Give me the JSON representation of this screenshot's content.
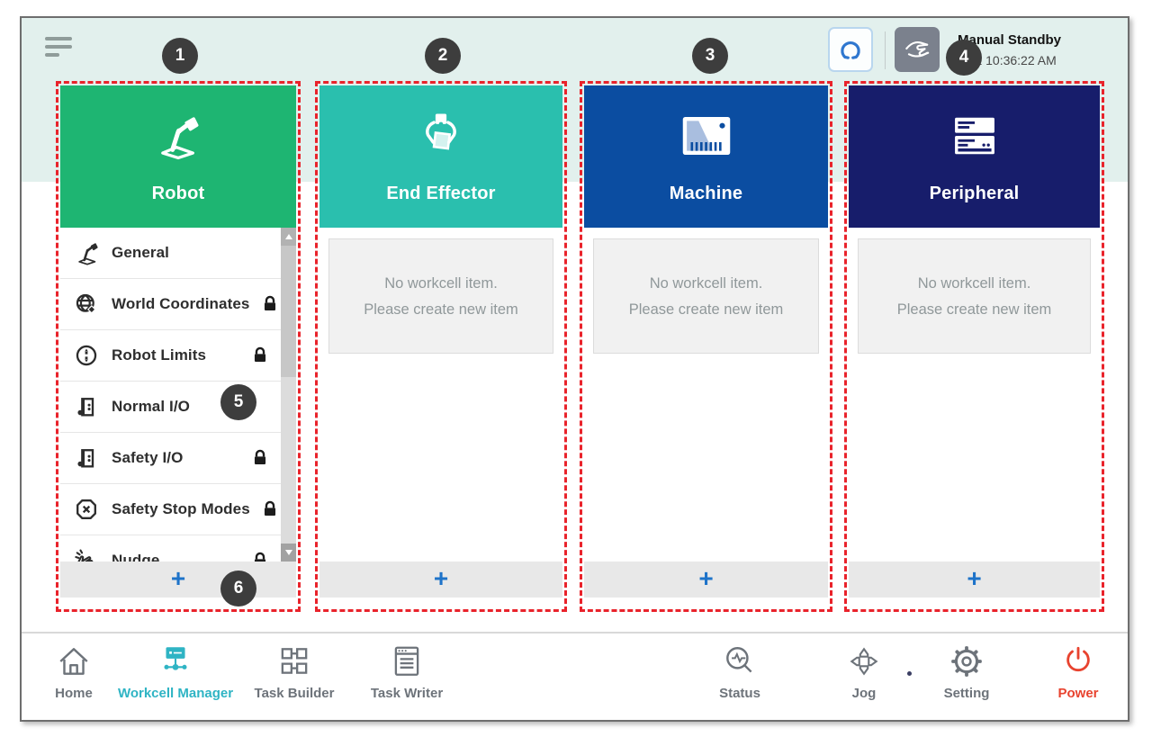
{
  "theme": {
    "colors": {
      "robot": "#1eb572",
      "end_effector": "#2abfae",
      "machine": "#0b4da1",
      "peripheral": "#171d6b",
      "accent_teal": "#2fb4c4",
      "power_red": "#e8432f",
      "annotation_red": "#e9232b",
      "add_blue": "#1e73c9",
      "topband": "#e2f0ed"
    }
  },
  "topbar": {
    "status": "Manual Standby",
    "timestamp": "2.22 10:36:22 AM"
  },
  "annotations": {
    "markers": [
      "1",
      "2",
      "3",
      "4",
      "5",
      "6"
    ]
  },
  "columns": [
    {
      "title": "Robot",
      "add_label": "+",
      "items": [
        {
          "label": "General",
          "locked": false
        },
        {
          "label": "World Coordinates",
          "locked": true
        },
        {
          "label": "Robot Limits",
          "locked": true
        },
        {
          "label": "Normal I/O",
          "locked": false
        },
        {
          "label": "Safety I/O",
          "locked": true
        },
        {
          "label": "Safety Stop Modes",
          "locked": true
        },
        {
          "label": "Nudge",
          "locked": true
        }
      ]
    },
    {
      "title": "End Effector",
      "add_label": "+",
      "empty": {
        "line1": "No workcell item.",
        "line2": "Please create new item"
      }
    },
    {
      "title": "Machine",
      "add_label": "+",
      "empty": {
        "line1": "No workcell item.",
        "line2": "Please create new item"
      }
    },
    {
      "title": "Peripheral",
      "add_label": "+",
      "empty": {
        "line1": "No workcell item.",
        "line2": "Please create new item"
      }
    }
  ],
  "nav": [
    {
      "label": "Home"
    },
    {
      "label": "Workcell Manager",
      "active": true
    },
    {
      "label": "Task Builder"
    },
    {
      "label": "Task Writer"
    },
    {
      "label": "Status"
    },
    {
      "label": "Jog"
    },
    {
      "label": "Setting"
    },
    {
      "label": "Power",
      "danger": true
    }
  ]
}
